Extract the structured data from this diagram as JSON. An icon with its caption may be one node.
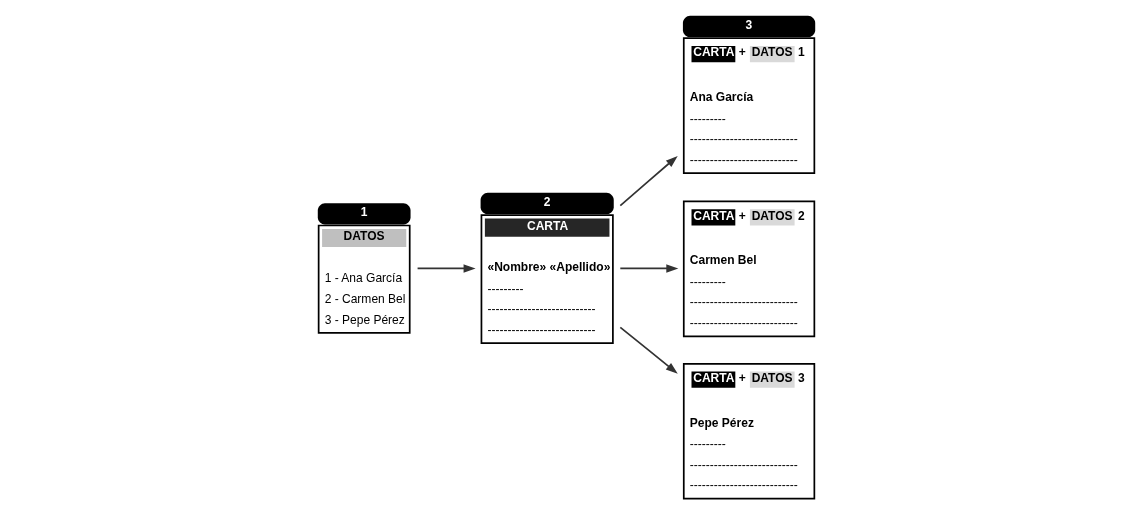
{
  "diagram": {
    "nodes": [
      {
        "text": [
          "DATOS",
          "1 - Ana García",
          "2 - Carmen Bel",
          "3 - Pepe Pérez"
        ],
        "beside": [
          "1"
        ]
      },
      {
        "text": [
          "CARTA",
          "«Nombre» «Apellido»",
          "---------",
          "---------------------------",
          "---------------------------"
        ],
        "beside": [
          "2"
        ]
      },
      {
        "text": [
          "CARTA",
          "+",
          "DATOS",
          "1",
          "Ana García",
          "---------",
          "---------------------------",
          "---------------------------"
        ],
        "beside": [
          "3"
        ]
      },
      {
        "text": [
          "CARTA",
          "+",
          "DATOS",
          "2",
          "Carmen Bel",
          "---------",
          "---------------------------",
          "---------------------------"
        ]
      },
      {
        "text": [
          "CARTA",
          "+",
          "DATOS",
          "3",
          "Pepe Pérez",
          "---------",
          "---------------------------",
          "---------------------------"
        ]
      }
    ],
    "edges": [
      {
        "from": 0,
        "to": 1,
        "arrow": "to"
      },
      {
        "from": 1,
        "to": 2,
        "arrow": "to"
      },
      {
        "from": 1,
        "to": 3,
        "arrow": "to"
      },
      {
        "from": 1,
        "to": 4,
        "arrow": "to"
      }
    ]
  }
}
